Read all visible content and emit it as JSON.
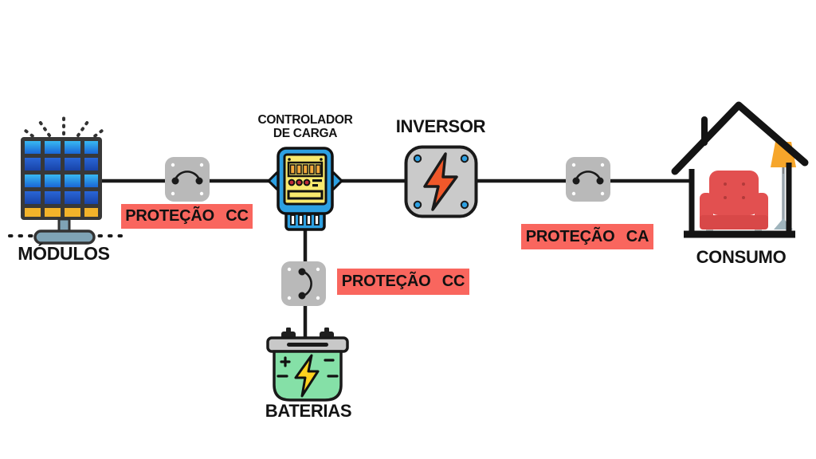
{
  "colors": {
    "background": "#ffffff",
    "wire": "#1a1a1a",
    "text": "#141414",
    "protection_bg": "#f9665e",
    "breaker_gray": "#b9b9b9",
    "panel_light_top": "#38b9f2",
    "panel_light_bottom": "#1a66d6",
    "panel_dark_top": "#2a66d6",
    "panel_dark_bottom": "#1843a8",
    "panel_yellow": "#f3b32a",
    "panel_frame": "#383838",
    "stand_gray": "#7fa3b5",
    "controller_blue": "#2da0e2",
    "controller_yellow": "#f8e96e",
    "controller_orange": "#f2a93b",
    "controller_red": "#c12b39",
    "inverter_gray": "#cacaca",
    "bolt_orange": "#f0582a",
    "accent_blue_dot": "#2da0e2",
    "battery_green": "#85e0a7",
    "battery_cap": "#c8c8c8",
    "bolt_yellow": "#ffd21f",
    "house_black": "#141414",
    "armchair_red": "#e25050",
    "armchair_dark_red": "#d84848",
    "lamp_orange": "#f6a62b",
    "lamp_pole": "#9aa5ad"
  },
  "nodes": {
    "modules": {
      "label": "MÓDULOS"
    },
    "controller": {
      "label_line1": "CONTROLADOR",
      "label_line2": "DE CARGA"
    },
    "inverter": {
      "label": "INVERSOR"
    },
    "consumption": {
      "label": "CONSUMO"
    },
    "batteries": {
      "label": "BATERIAS"
    }
  },
  "protections": {
    "pv_dc": {
      "label": "PROTEÇÃO CC"
    },
    "battery_dc": {
      "label": "PROTEÇÃO CC"
    },
    "ac": {
      "label": "PROTEÇÃO CA"
    }
  }
}
